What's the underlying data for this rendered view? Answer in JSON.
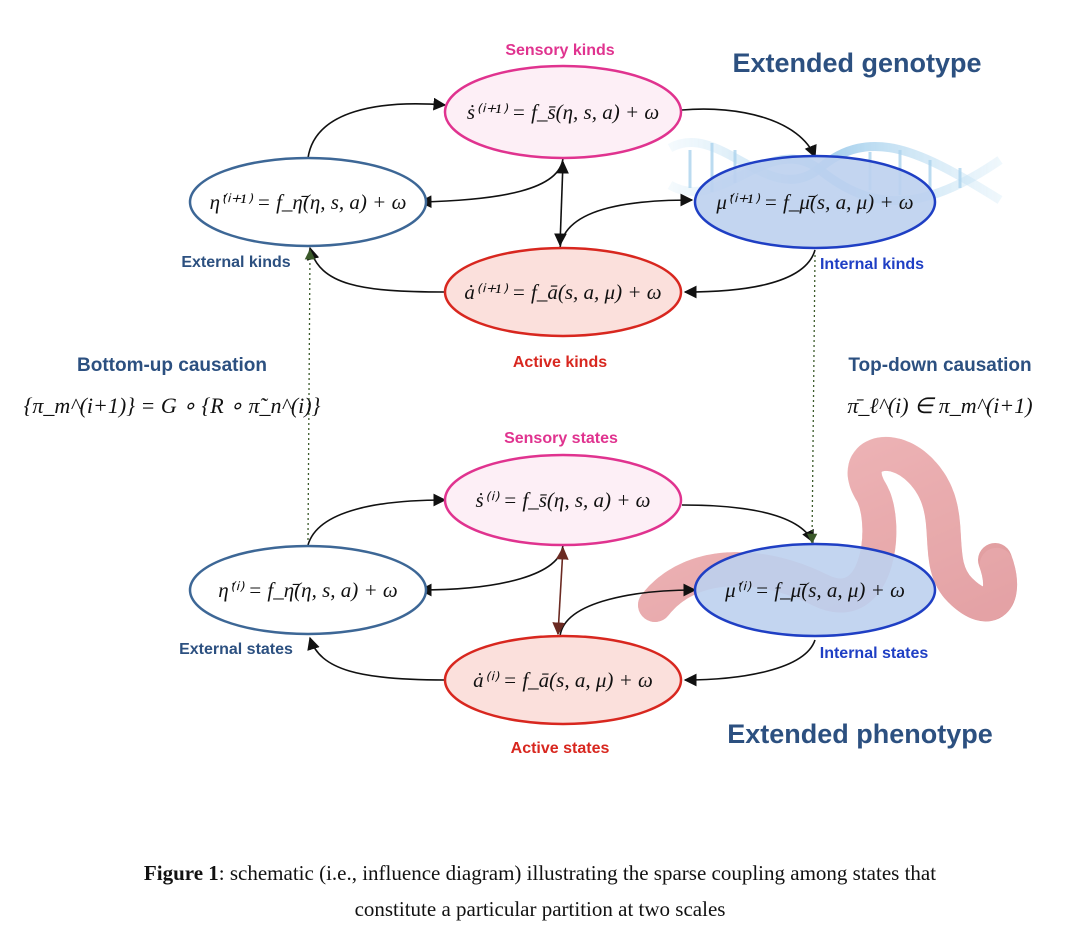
{
  "titles": {
    "genotype": "Extended genotype",
    "phenotype": "Extended phenotype"
  },
  "top_scale": {
    "sensory_label": "Sensory kinds",
    "external_label": "External kinds",
    "internal_label": "Internal kinds",
    "active_label": "Active kinds",
    "eq_sensory": "ṡ⁽ⁱ⁺¹⁾ = f_s̄(η, s, a) + ω",
    "eq_external": "η̇⁽ⁱ⁺¹⁾ = f_η̄(η, s, a) + ω",
    "eq_internal": "μ̇⁽ⁱ⁺¹⁾ = f_μ̄(s, a, μ) + ω",
    "eq_active": "ȧ⁽ⁱ⁺¹⁾ = f_ā(s, a, μ) + ω"
  },
  "bottom_scale": {
    "sensory_label": "Sensory states",
    "external_label": "External states",
    "internal_label": "Internal states",
    "active_label": "Active states",
    "eq_sensory": "ṡ⁽ⁱ⁾ = f_s̄(η, s, a) + ω",
    "eq_external": "η̇⁽ⁱ⁾ = f_η̄(η, s, a) + ω",
    "eq_internal": "μ̇⁽ⁱ⁾ = f_μ̄(s, a, μ) + ω",
    "eq_active": "ȧ⁽ⁱ⁾ = f_ā(s, a, μ) + ω"
  },
  "causation": {
    "bottom_up_label": "Bottom-up causation",
    "bottom_up_formula": "{π_m^(i+1)} = G ∘ {R ∘ π̃_n^(i)}",
    "top_down_label": "Top-down causation",
    "top_down_formula": "π̄_ℓ^(i) ∈ π_m^(i+1)"
  },
  "caption": {
    "prefix": "Figure 1",
    "text": ": schematic (i.e., influence diagram) illustrating the sparse coupling among states that",
    "line2": "constitute a particular partition at two scales"
  },
  "colors": {
    "sensory": "#e0338f",
    "sensory_fill": "#fdeff6",
    "external": "#3d6796",
    "internal": "#1f3fc4",
    "internal_fill": "#bcd0ee",
    "active": "#d8271f",
    "active_fill": "#fbe0dc",
    "title": "#2c5080",
    "blue_label": "#1f3fc4",
    "active_label": "#d8271f"
  },
  "icons": [
    "dna-helix-icon",
    "earthworm-icon"
  ]
}
